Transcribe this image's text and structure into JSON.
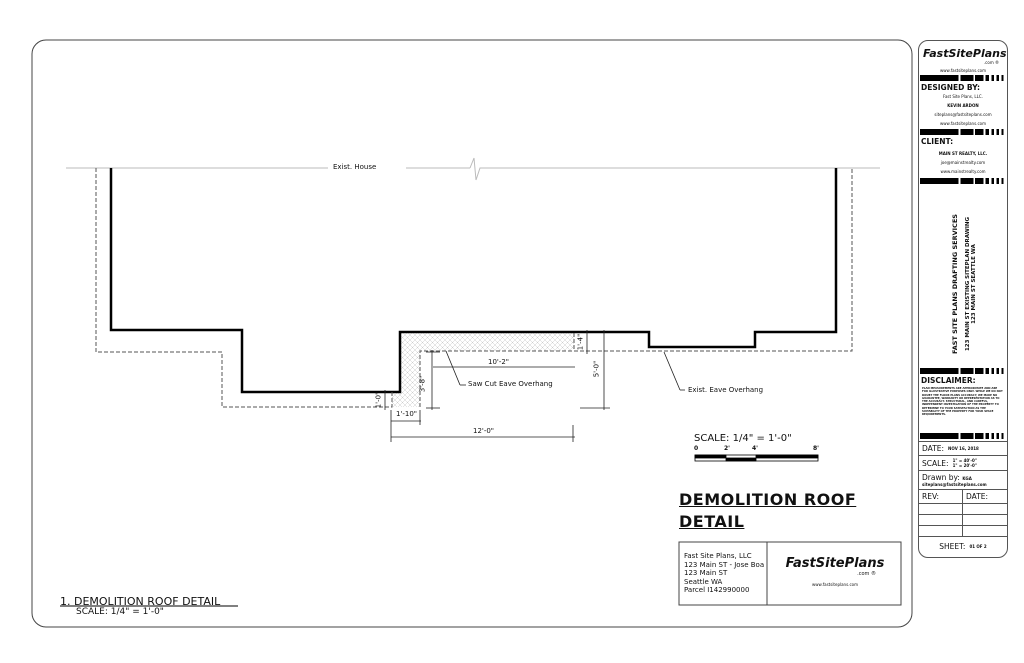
{
  "drawing": {
    "existing_house_label": "Exist. House",
    "saw_cut_label": "Saw Cut Eave Overhang",
    "eave_label": "Exist. Eave Overhang",
    "dimensions": {
      "d10_2": "10'-2\"",
      "d12_0": "12'-0\"",
      "d1_10": "1'-10\"",
      "d3_8": "3'-8\"",
      "d5_0": "5'-0\"",
      "d1_4": "1'-4\"",
      "d1_0": "1'-0\""
    },
    "scale_bar": {
      "label": "SCALE: 1/4\" = 1'-0\"",
      "ticks": [
        "0",
        "2'",
        "4'",
        "8'"
      ]
    }
  },
  "detail": {
    "title": "1. DEMOLITION ROOF DETAIL",
    "scale": "SCALE: 1/4\" = 1'-0\""
  },
  "sheet_title": {
    "line1": "DEMOLITION ROOF",
    "line2": "DETAIL"
  },
  "address_box": {
    "lines": [
      "Fast Site Plans, LLC",
      "123 Main ST - Jose Boa",
      "123 Main ST",
      "Seattle WA",
      "Parcel I142990000"
    ],
    "logo": "FastSitePlans",
    "logo_suffix": ".com ®",
    "url": "www.fastsiteplans.com"
  },
  "title_block": {
    "logo": "FastSitePlans",
    "logo_suffix": ".com ®",
    "url": "www.fastsiteplans.com",
    "designed_by_label": "DESIGNED BY:",
    "designer_company": "Fast Site Plans, LLC.",
    "designer_name": "KEVIN ARDON",
    "designer_email": "siteplans@fastsiteplans.com",
    "designer_url": "www.fastsiteplans.com",
    "client_label": "CLIENT:",
    "client_name": "MAIN ST REALTY, LLC.",
    "client_email": "joe@mainstrealty.com",
    "client_url": "www.mainstrealty.com",
    "company": "FAST SITE PLANS DRAFTING SERVICES",
    "project": "123 MAIN ST EXISTING SITEPLAN DRAWING",
    "project_address": "123 MAIN ST SEATTLE WA",
    "disclaimer_label": "DISCLAIMER:",
    "disclaimer_text": "PLAN MEASUREMENTS ARE APPROXIMATE AND ARE FOR ILLUSTRATIVE PURPOSES ONLY. WHILE WE DO NOT DOUBT THE FLOOR PLANS ACCURACY, WE MAKE NO GUARANTEE, WARRANTY OR REPRESENTATION AS TO THE ACCURACY. STRUCTURAL, AND CAREFUL, INDEPENDENT INVESTIGATION OF THE PROPERTY TO DETERMINE TO YOUR SATISFACTION AS THE SUITABILITY OF THE PROPERTY FOR YOUR SPACE REQUIREMENTS.",
    "date_label": "DATE:",
    "date_value": "NOV 16, 2018",
    "scale_label": "SCALE:",
    "scale_values": [
      "1\" = 40'-0\"",
      "1\" = 20'-0\""
    ],
    "drawn_by_label": "Drawn by:",
    "drawn_by_value": "KGA",
    "drawn_by_email": "siteplans@fastsiteplans.com",
    "rev_label": "REV:",
    "rev_date_label": "DATE:",
    "sheet_label": "SHEET:",
    "sheet_value": "01 OF 2"
  }
}
